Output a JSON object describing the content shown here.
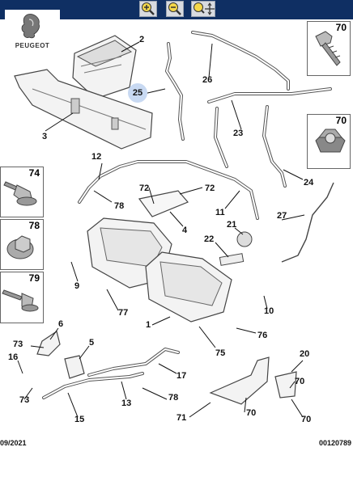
{
  "brand": "PEUGEOT",
  "toolbar": {
    "zoom_in_icon": "zoom-in-magnifier",
    "zoom_out_icon": "zoom-out-magnifier",
    "pan_icon": "pan-move-arrows"
  },
  "footer": {
    "date": "09/2021",
    "reference": "00120789"
  },
  "side_boxes": [
    {
      "label": "70"
    },
    {
      "label": "70"
    },
    {
      "label": "74"
    },
    {
      "label": "78"
    },
    {
      "label": "79"
    }
  ],
  "callouts": {
    "c1": "1",
    "c2": "2",
    "c3": "3",
    "c4": "4",
    "c5": "5",
    "c6": "6",
    "c9": "9",
    "c10": "10",
    "c11": "11",
    "c12": "12",
    "c13": "13",
    "c15": "15",
    "c16": "16",
    "c17": "17",
    "c20": "20",
    "c21": "21",
    "c22": "22",
    "c23": "23",
    "c24": "24",
    "c25": "25",
    "c26": "26",
    "c27": "27",
    "c70a": "70",
    "c70b": "70",
    "c70c": "70",
    "c71": "71",
    "c72a": "72",
    "c72b": "72",
    "c73a": "73",
    "c73b": "73",
    "c75": "75",
    "c76": "76",
    "c77": "77",
    "c78a": "78",
    "c78b": "78"
  },
  "colors": {
    "toolbar_bg": "#0f2f63",
    "highlight": "#c8d9f2"
  }
}
